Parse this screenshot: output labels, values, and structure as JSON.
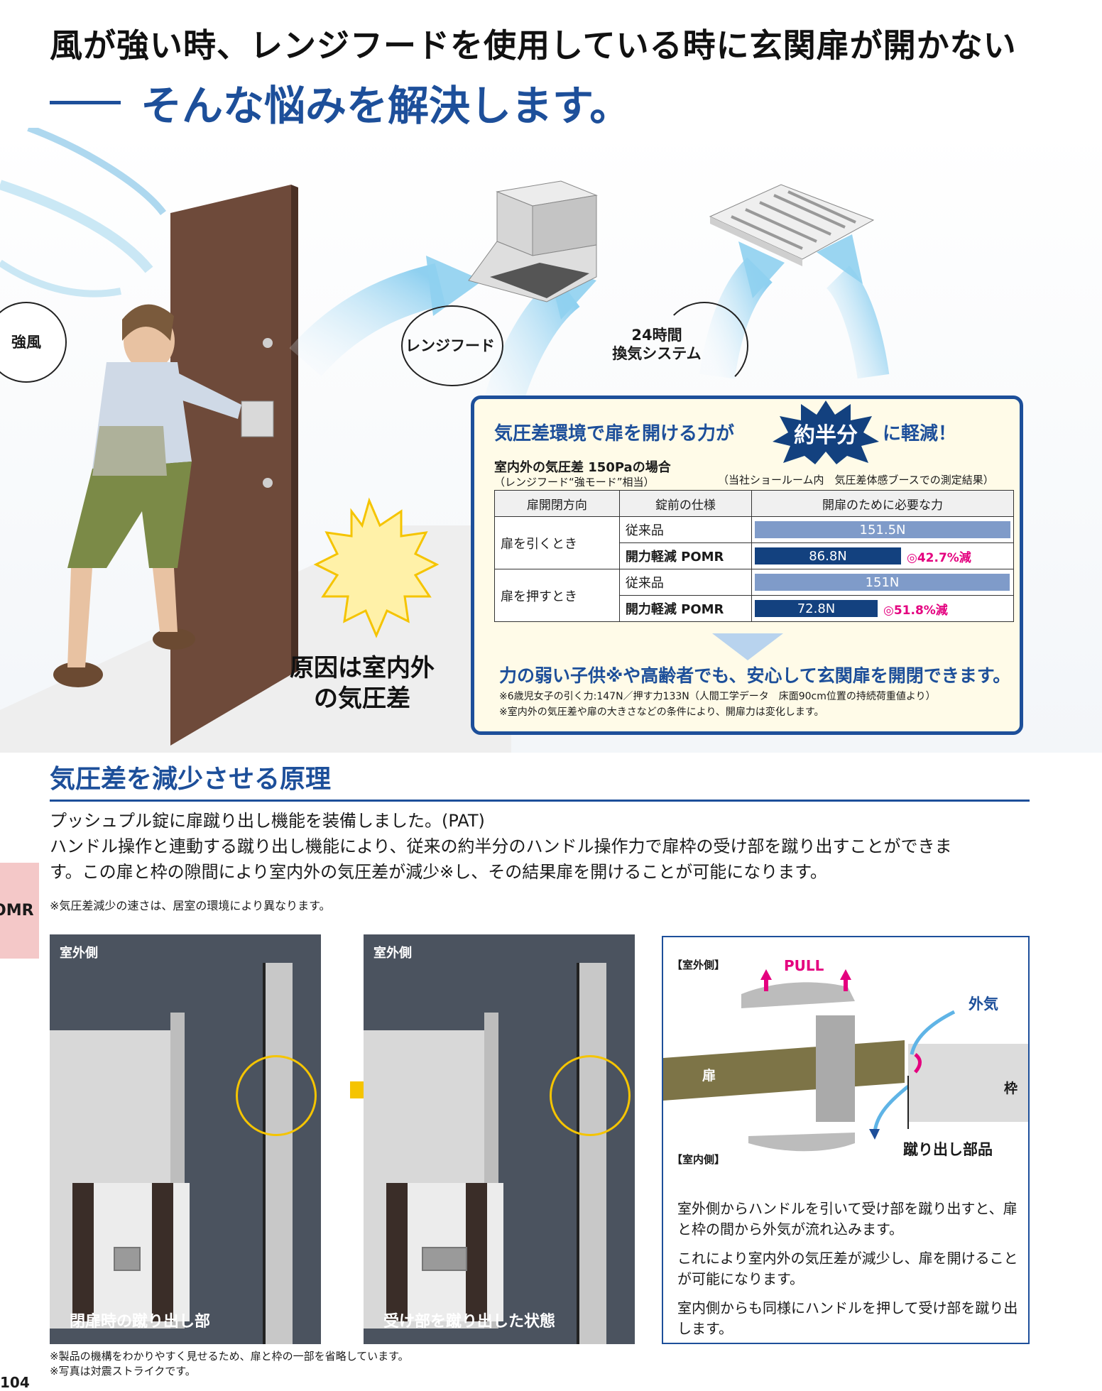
{
  "header": {
    "headline": "風が強い時、レンジフードを使用している時に玄関扉が開かない",
    "subheadline": "そんな悩みを解決します。"
  },
  "illustration": {
    "wind_label": "強風",
    "rangehood_label": "レンジフード",
    "vent_label_line1": "24時間",
    "vent_label_line2": "換気システム",
    "cause_line1": "原因は室内外",
    "cause_line2": "の気圧差"
  },
  "infobox": {
    "heading_before": "気圧差環境で扉を開ける力が",
    "badge": "約半分",
    "heading_after": "に軽減！",
    "condition_title": "室内外の気圧差 150Paの場合",
    "condition_sub": "（レンジフード“強モード”相当）",
    "condition_note": "（当社ショールーム内　気圧差体感ブースでの測定結果）",
    "table": {
      "headers": [
        "扉開閉方向",
        "錠前の仕様",
        "開扉のために必要な力"
      ],
      "rows": [
        {
          "direction": "扉を引くとき",
          "spec_old": "従来品",
          "force_old": "151.5N",
          "spec_new": "開力軽減 POMR",
          "force_new": "86.8N",
          "reduction": "◎42.7%減"
        },
        {
          "direction": "扉を押すとき",
          "spec_old": "従来品",
          "force_old": "151N",
          "spec_new": "開力軽減 POMR",
          "force_new": "72.8N",
          "reduction": "◎51.8%減"
        }
      ]
    },
    "conclusion": "力の弱い子供※や高齢者でも、安心して玄関扉を開閉できます。",
    "note1": "※6歳児女子の引く力:147N／押す力133N（人間工学データ　床面90cm位置の持続荷重値より）",
    "note2": "※室内外の気圧差や扉の大きさなどの条件により、開扉力は変化します。"
  },
  "chart_data": {
    "type": "bar",
    "categories": [
      "扉を引くとき 従来品",
      "扉を引くとき 開力軽減 POMR",
      "扉を押すとき 従来品",
      "扉を押すとき 開力軽減 POMR"
    ],
    "values": [
      151.5,
      86.8,
      151,
      72.8
    ],
    "ylabel": "開扉のために必要な力"
  },
  "principle": {
    "title": "気圧差を減少させる原理",
    "line1": "プッシュプル錠に扉蹴り出し機能を装備しました。(PAT)",
    "line2": "ハンドル操作と連動する蹴り出し機能により、従来の約半分のハンドル操作力で扉枠の受け部を蹴り出すことができま",
    "line3": "す。この扉と枠の隙間により室内外の気圧差が減少※し、その結果扉を開けることが可能になります。",
    "note": "※気圧差減少の速さは、居室の環境により異なります。"
  },
  "side_tab": "OMR",
  "photos": [
    {
      "label": "室外側",
      "caption": "閉扉時の蹴り出し部"
    },
    {
      "label": "室外側",
      "caption": "受け部を蹴り出した状態"
    }
  ],
  "diagram": {
    "outside": "【室外側】",
    "inside": "【室内側】",
    "pull": "PULL",
    "outside_air": "外気",
    "door": "扉",
    "frame": "枠",
    "kick_part": "蹴り出し部品",
    "text1": "室外側からハンドルを引いて受け部を蹴り出すと、扉と枠の間から外気が流れ込みます。",
    "text2": "これにより室内外の気圧差が減少し、扉を開けることが可能になります。",
    "text3": "室内側からも同様にハンドルを押して受け部を蹴り出します。"
  },
  "footnotes": {
    "f1": "※製品の機構をわかりやすく見せるため、扉と枠の一部を省略しています。",
    "f2": "※写真は対震ストライクです。"
  },
  "page_number": "104"
}
